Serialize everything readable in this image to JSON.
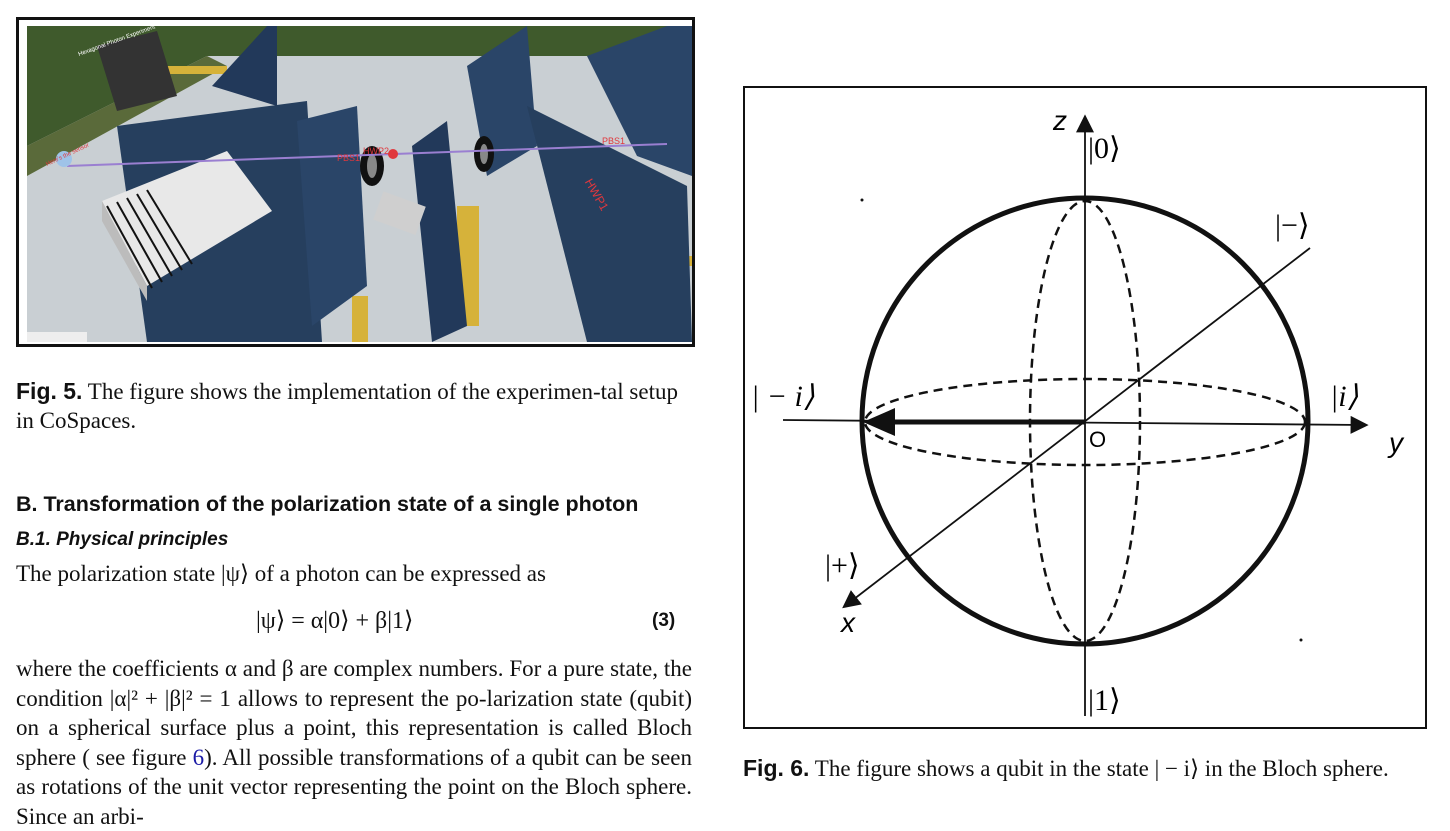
{
  "fig5": {
    "label": "Fig. 5.",
    "caption": "The figure shows the implementation of the experimen-tal setup in CoSpaces.",
    "scene_labels": [
      "PBS1",
      "HWP2",
      "HWP1",
      "PBS1",
      "Hexagonal Photon Experiment",
      "Here's the sensor"
    ]
  },
  "section": {
    "heading": "B.  Transformation of the polarization state of a single photon",
    "subheading": "B.1.  Physical principles",
    "intro": "The polarization state |ψ⟩ of a photon can be expressed as"
  },
  "equation": {
    "text": "|ψ⟩ = α|0⟩ + β|1⟩",
    "number": "(3)"
  },
  "body": {
    "part1": "where the coefficients α and β are complex numbers. For a pure state, the condition |α|² + |β|² = 1 allows to represent the po-larization state (qubit) on a spherical surface plus a point, this representation is called Bloch sphere ( see figure ",
    "link": "6",
    "part2": "). All possible transformations of a qubit can be seen as rotations of the unit vector representing the point on the Bloch sphere. Since an arbi-"
  },
  "fig6": {
    "label": "Fig. 6.",
    "caption": "The figure shows a qubit in the state | − i⟩ in the Bloch sphere.",
    "axis_z": "z",
    "axis_y": "y",
    "axis_x": "x",
    "origin": "O",
    "ket_0": "|0⟩",
    "ket_1": "|1⟩",
    "ket_minus": "|−⟩",
    "ket_plus": "|+⟩",
    "ket_i": "|i⟩",
    "ket_minus_i": "| − i⟩"
  }
}
